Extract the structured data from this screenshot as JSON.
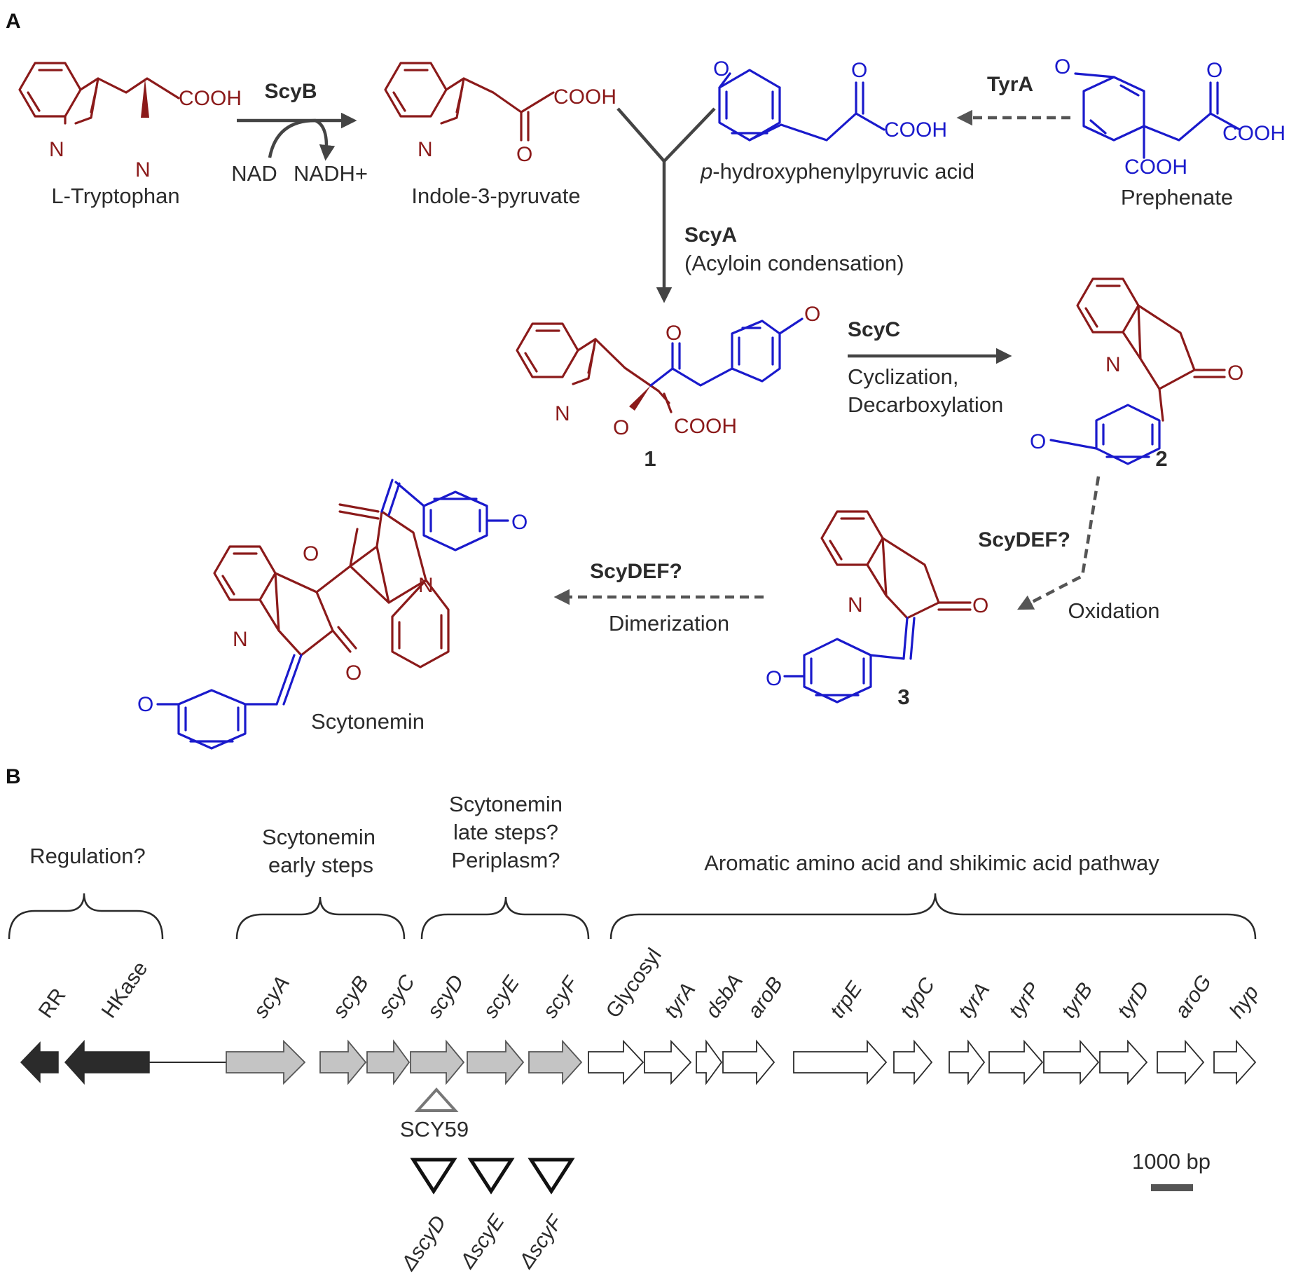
{
  "panel_a": {
    "label": "A",
    "compounds": {
      "tryptophan": "L-Tryptophan",
      "indole_pyruvate": "Indole-3-pyruvate",
      "hppa_prefix": "p",
      "hppa_rest": "-hydroxyphenylpyruvic acid",
      "prephenate": "Prephenate",
      "cmpd1": "1",
      "cmpd2": "2",
      "cmpd3": "3",
      "scytonemin": "Scytonemin"
    },
    "enzymes": {
      "scyB": "ScyB",
      "tyrA": "TyrA",
      "scyA": "ScyA",
      "scyA_note": "(Acyloin condensation)",
      "scyC": "ScyC",
      "scyC_note1": "Cyclization,",
      "scyC_note2": "Decarboxylation",
      "scyDEF_ox": "ScyDEF?",
      "oxidation": "Oxidation",
      "scyDEF_dim": "ScyDEF?",
      "dimerization": "Dimerization"
    },
    "cofactors": {
      "nad": "NAD",
      "nadh": "NADH+"
    },
    "atoms": {
      "n": "N",
      "o": "O",
      "cooh": "COOH"
    }
  },
  "panel_b": {
    "label": "B",
    "groups": {
      "regulation": "Regulation?",
      "early1": "Scytonemin",
      "early2": "early steps",
      "late1": "Scytonemin",
      "late2": "late steps?",
      "late3": "Periplasm?",
      "aromatic": "Aromatic amino acid and shikimic acid pathway"
    },
    "genes": [
      {
        "name": "RR",
        "class": "regulation",
        "direction": "left"
      },
      {
        "name": "HKase",
        "class": "regulation",
        "direction": "left"
      },
      {
        "name": "scyA",
        "class": "early",
        "direction": "right"
      },
      {
        "name": "scyB",
        "class": "early",
        "direction": "right"
      },
      {
        "name": "scyC",
        "class": "early",
        "direction": "right"
      },
      {
        "name": "scyD",
        "class": "late",
        "direction": "right"
      },
      {
        "name": "scyE",
        "class": "late",
        "direction": "right"
      },
      {
        "name": "scyF",
        "class": "late",
        "direction": "right"
      },
      {
        "name": "Glycosyl",
        "class": "aromatic",
        "direction": "right"
      },
      {
        "name": "tyrA",
        "class": "aromatic",
        "direction": "right"
      },
      {
        "name": "dsbA",
        "class": "aromatic",
        "direction": "right"
      },
      {
        "name": "aroB",
        "class": "aromatic",
        "direction": "right"
      },
      {
        "name": "trpE",
        "class": "aromatic",
        "direction": "right"
      },
      {
        "name": "typC",
        "class": "aromatic",
        "direction": "right"
      },
      {
        "name": "tyrA",
        "class": "aromatic",
        "direction": "right"
      },
      {
        "name": "tyrP",
        "class": "aromatic",
        "direction": "right"
      },
      {
        "name": "tyrB",
        "class": "aromatic",
        "direction": "right"
      },
      {
        "name": "tyrD",
        "class": "aromatic",
        "direction": "right"
      },
      {
        "name": "aroG",
        "class": "aromatic",
        "direction": "right"
      },
      {
        "name": "hyp",
        "class": "aromatic",
        "direction": "right"
      }
    ],
    "insertion": "SCY59",
    "mutants": [
      "ΔscyD",
      "ΔscyE",
      "ΔscyF"
    ],
    "scale": "1000 bp",
    "colors": {
      "regulation": "#2b2b2b",
      "early": "#c4c4c4",
      "late": "#c4c4c4",
      "aromatic": "#ffffff"
    }
  }
}
